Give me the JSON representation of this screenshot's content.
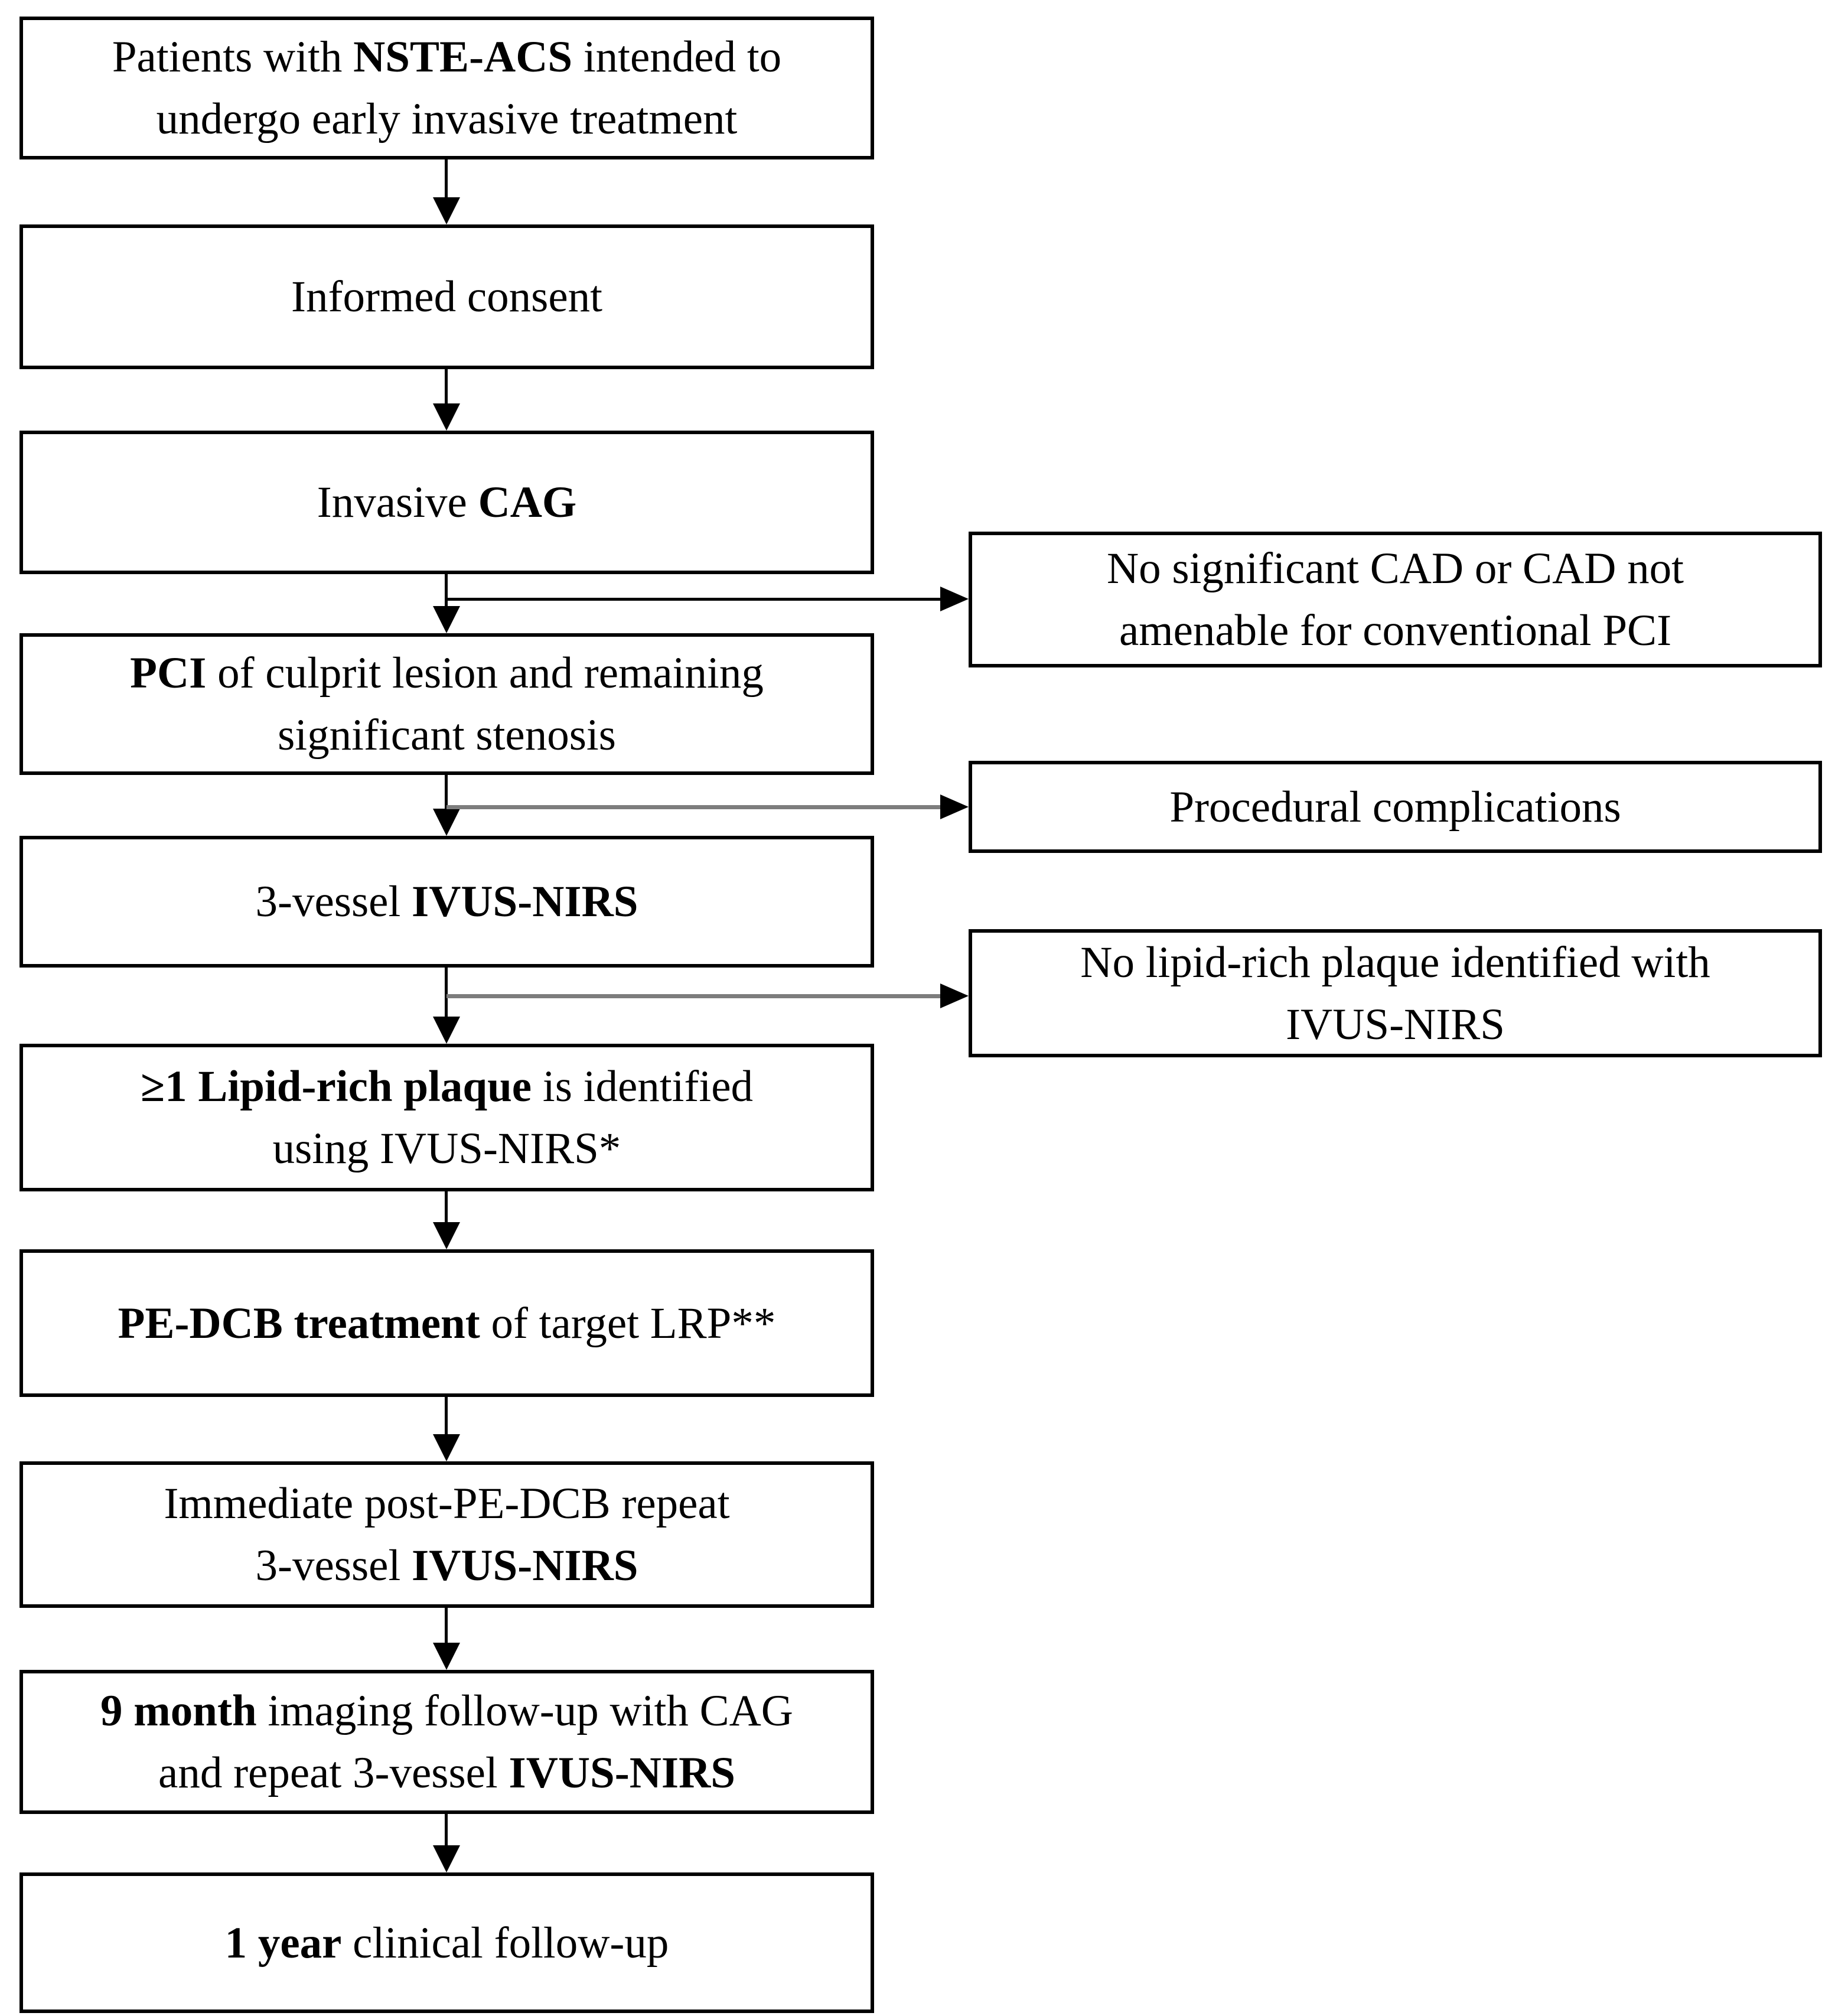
{
  "figure": {
    "type": "flowchart",
    "background": "#ffffff",
    "colors": {
      "box_border": "#000000",
      "text": "#000000",
      "connector_black": "#000000",
      "connector_gray": "#7d7d7d",
      "arrowhead": "#000000"
    }
  },
  "main_boxes": [
    {
      "name": "patients-nste-acs",
      "lines": [
        {
          "segs": [
            {
              "t": "Patients with ",
              "bold": false
            },
            {
              "t": "NSTE-ACS",
              "bold": true
            },
            {
              "t": " intended to",
              "bold": false
            }
          ]
        },
        {
          "segs": [
            {
              "t": "undergo early invasive treatment",
              "bold": false
            }
          ]
        }
      ]
    },
    {
      "name": "informed-consent",
      "lines": [
        {
          "segs": [
            {
              "t": "Informed consent",
              "bold": false
            }
          ]
        }
      ]
    },
    {
      "name": "invasive-cag",
      "lines": [
        {
          "segs": [
            {
              "t": "Invasive ",
              "bold": false
            },
            {
              "t": "CAG",
              "bold": true
            }
          ]
        }
      ]
    },
    {
      "name": "pci-culprit-lesion",
      "lines": [
        {
          "segs": [
            {
              "t": "PCI",
              "bold": true
            },
            {
              "t": " of culprit lesion and remaining",
              "bold": false
            }
          ]
        },
        {
          "segs": [
            {
              "t": "significant stenosis",
              "bold": false
            }
          ]
        }
      ]
    },
    {
      "name": "3-vessel-ivus-nirs",
      "lines": [
        {
          "segs": [
            {
              "t": "3-vessel ",
              "bold": false
            },
            {
              "t": "IVUS-NIRS",
              "bold": true
            }
          ]
        }
      ]
    },
    {
      "name": "lipid-rich-plaque-identified",
      "lines": [
        {
          "segs": [
            {
              "t": "≥1 Lipid-rich plaque",
              "bold": true
            },
            {
              "t": " is identified",
              "bold": false
            }
          ]
        },
        {
          "segs": [
            {
              "t": "using IVUS-NIRS*",
              "bold": false
            }
          ]
        }
      ]
    },
    {
      "name": "pe-dcb-treatment",
      "lines": [
        {
          "segs": [
            {
              "t": "PE-DCB treatment",
              "bold": true
            },
            {
              "t": " of target LRP**",
              "bold": false
            }
          ]
        }
      ]
    },
    {
      "name": "post-pe-dcb-repeat",
      "lines": [
        {
          "segs": [
            {
              "t": "Immediate post-PE-DCB repeat",
              "bold": false
            }
          ]
        },
        {
          "segs": [
            {
              "t": "3-vessel ",
              "bold": false
            },
            {
              "t": "IVUS-NIRS",
              "bold": true
            }
          ]
        }
      ]
    },
    {
      "name": "9-month-followup",
      "lines": [
        {
          "segs": [
            {
              "t": "9 month",
              "bold": true
            },
            {
              "t": " imaging follow-up with CAG",
              "bold": false
            }
          ]
        },
        {
          "segs": [
            {
              "t": "and repeat 3-vessel ",
              "bold": false
            },
            {
              "t": "IVUS-NIRS",
              "bold": true
            }
          ]
        }
      ]
    },
    {
      "name": "1-year-followup",
      "lines": [
        {
          "segs": [
            {
              "t": "1 year",
              "bold": true
            },
            {
              "t": " clinical follow-up",
              "bold": false
            }
          ]
        }
      ]
    }
  ],
  "side_boxes": [
    {
      "name": "no-significant-cad",
      "lines": [
        {
          "segs": [
            {
              "t": "No significant CAD or CAD not",
              "bold": false
            }
          ]
        },
        {
          "segs": [
            {
              "t": "amenable for conventional PCI",
              "bold": false
            }
          ]
        }
      ]
    },
    {
      "name": "procedural-complications",
      "lines": [
        {
          "segs": [
            {
              "t": "Procedural complications",
              "bold": false
            }
          ]
        }
      ]
    },
    {
      "name": "no-lipid-rich-plaque",
      "lines": [
        {
          "segs": [
            {
              "t": "No lipid-rich plaque identified with",
              "bold": false
            }
          ]
        },
        {
          "segs": [
            {
              "t": "IVUS-NIRS",
              "bold": false
            }
          ]
        }
      ]
    }
  ]
}
